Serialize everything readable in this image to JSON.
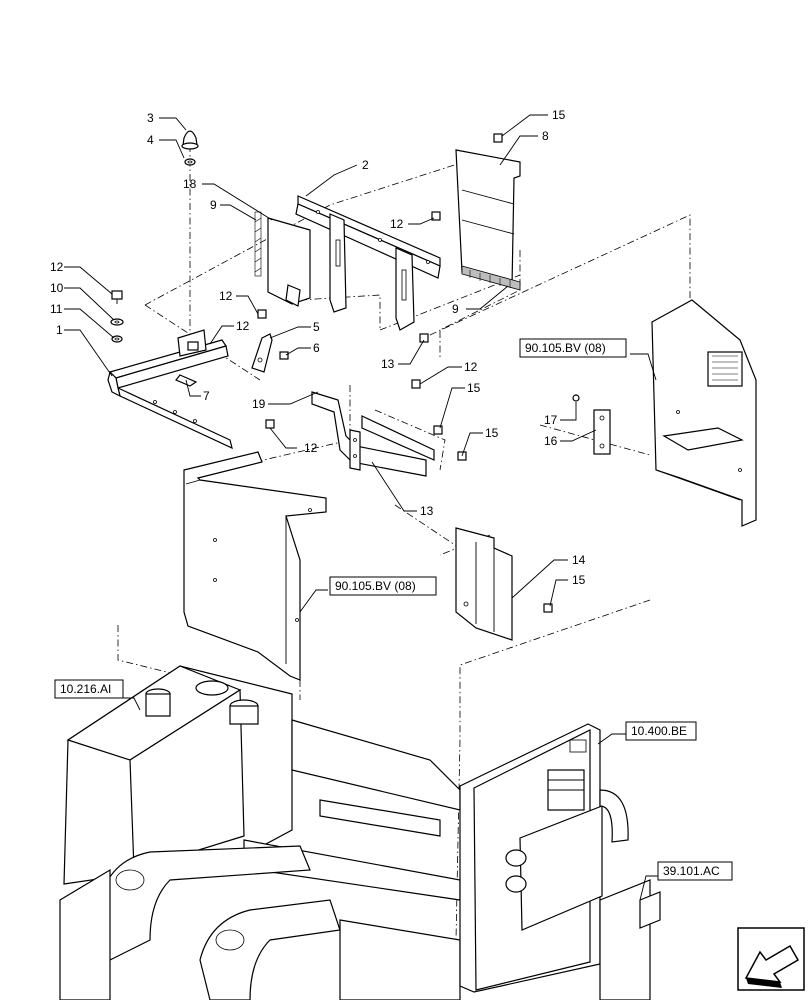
{
  "callouts": {
    "c1": "1",
    "c2": "2",
    "c3": "3",
    "c4": "4",
    "c5": "5",
    "c6": "6",
    "c7": "7",
    "c8": "8",
    "c9a": "9",
    "c9b": "9",
    "c10": "10",
    "c11": "11",
    "c12a": "12",
    "c12b": "12",
    "c12c": "12",
    "c12d": "12",
    "c12e": "12",
    "c12f": "12",
    "c13a": "13",
    "c13b": "13",
    "c14": "14",
    "c15a": "15",
    "c15b": "15",
    "c15c": "15",
    "c15d": "15",
    "c16": "16",
    "c17": "17",
    "c18": "18",
    "c19": "19"
  },
  "references": {
    "ref_right_panel": "90.105.BV (08)",
    "ref_left_panel": "90.105.BV (08)",
    "ref_tank": "10.216.AI",
    "ref_radiator": "10.400.BE",
    "ref_frame": "39.101.AC"
  },
  "nav_icon": "arrow-left-down-icon"
}
